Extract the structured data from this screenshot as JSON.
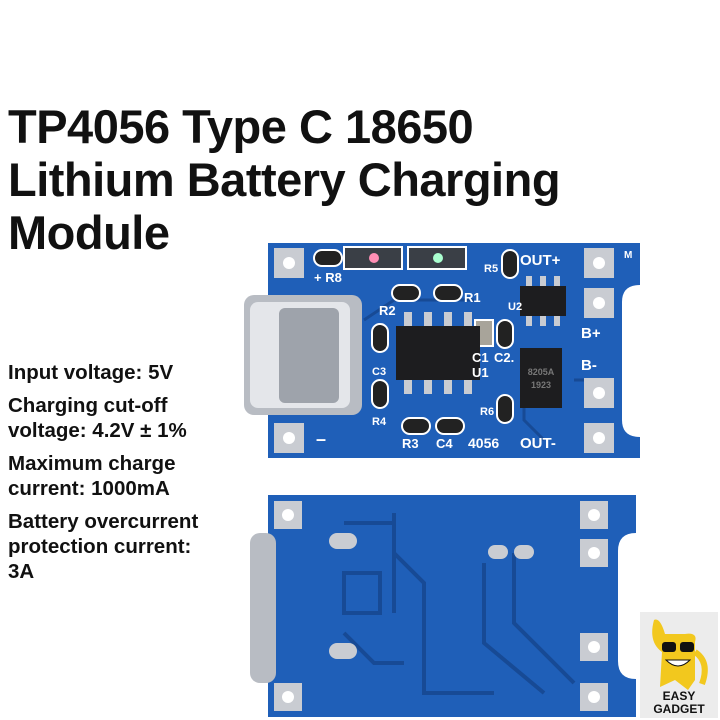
{
  "title": {
    "lines": [
      "TP4056 Type C 18650",
      "Lithium Battery Charging",
      "Module"
    ]
  },
  "specs": [
    "Input voltage: 5V",
    "Charging cut-off\nvoltage: 4.2V ± 1%",
    "Maximum charge\ncurrent: 1000mA",
    "Battery overcurrent\nprotection current:\n3A"
  ],
  "pcb_top": {
    "labels": {
      "r8": "+ R8",
      "r5": "R5",
      "out_plus": "OUT+",
      "r1": "R1",
      "r2": "R2",
      "u2": "U2",
      "b_plus": "B+",
      "c3": "C3",
      "c1": "C1",
      "c2": "C2.",
      "u1": "U1",
      "b_minus": "B-",
      "r4": "R4",
      "r6": "R6",
      "r3": "R3",
      "c4": "C4",
      "model": "4056",
      "out_minus": "OUT-",
      "minus": "–",
      "m": "M"
    },
    "chip_marking": [
      "8205A",
      "1923"
    ]
  },
  "colors": {
    "pcb": "#1f5fb8",
    "pcb_dark": "#174a95",
    "pad": "#c9ccd2",
    "silkscreen": "#ffffff"
  },
  "logo": {
    "text": "EASY\nGADGET"
  }
}
